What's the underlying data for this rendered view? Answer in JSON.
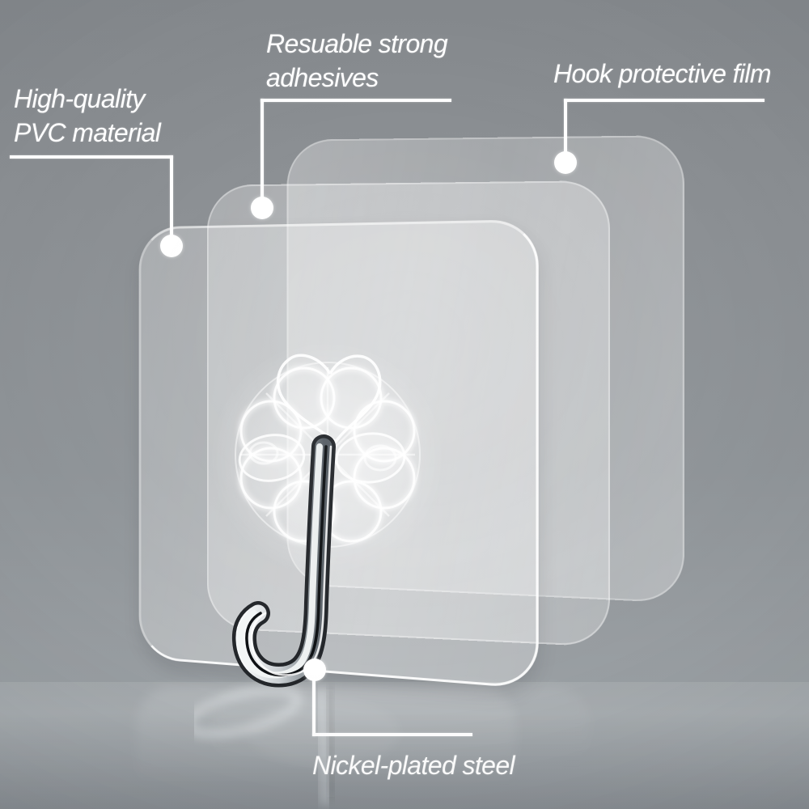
{
  "scene": {
    "kind": "annotated product image",
    "subject": "transparent self-adhesive wall hook with layered sheets"
  },
  "callouts": {
    "pvc": {
      "lines": [
        "High-quality",
        "PVC material"
      ]
    },
    "adhesive": {
      "lines": [
        "Resuable strong",
        "adhesives"
      ]
    },
    "film": {
      "lines": [
        "Hook protective film"
      ]
    },
    "steel": {
      "lines": [
        "Nickel-plated steel"
      ]
    }
  },
  "colors": {
    "background_mid": "#8e9397",
    "background_top": "#84888c",
    "floor_sheen": "#9aa0a4",
    "sheet_tint": "rgba(255,255,255,0.30)",
    "text_and_lines": "#ffffff",
    "hook_metal_dark": "#23262a",
    "hook_metal_light": "#f2f5f6"
  }
}
